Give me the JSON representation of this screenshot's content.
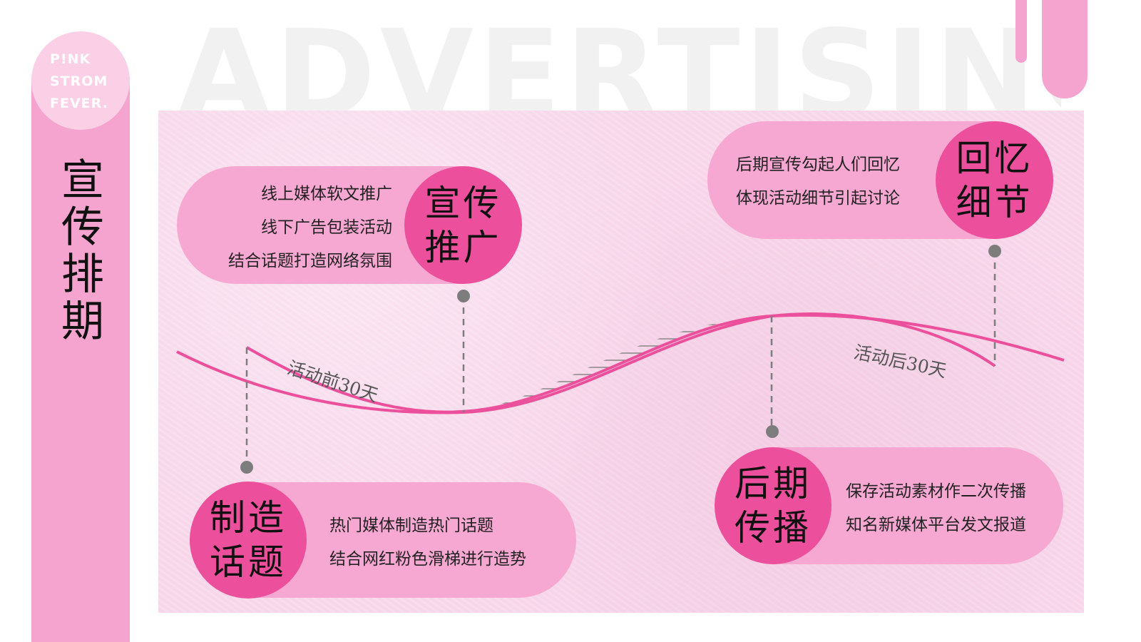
{
  "watermark": "ADVERTISING",
  "logo": {
    "line1": "P!NK",
    "line2": "STROM",
    "line3": "FEVER."
  },
  "side_title": "宣传排期",
  "colors": {
    "accent": "#ec4f9b",
    "pill": "#f7a8d2",
    "panel": "#f9d9ec",
    "bar": "#f5a3cf"
  },
  "cards": {
    "promo": {
      "title": "宣传推广",
      "lines": [
        "线上媒体软文推广",
        "线下广告包装活动",
        "结合话题打造网络氛围"
      ]
    },
    "memory": {
      "title": "回忆细节",
      "lines": [
        "后期宣传勾起人们回忆",
        "体现活动细节引起讨论"
      ]
    },
    "topic": {
      "title": "制造话题",
      "lines": [
        "热门媒体制造热门话题",
        "结合网红粉色滑梯进行造势"
      ]
    },
    "later": {
      "title": "后期传播",
      "lines": [
        "保存活动素材作二次传播",
        "知名新媒体平台发文报道"
      ]
    }
  },
  "curve_labels": {
    "before": "活动前30天",
    "after": "活动后30天"
  }
}
